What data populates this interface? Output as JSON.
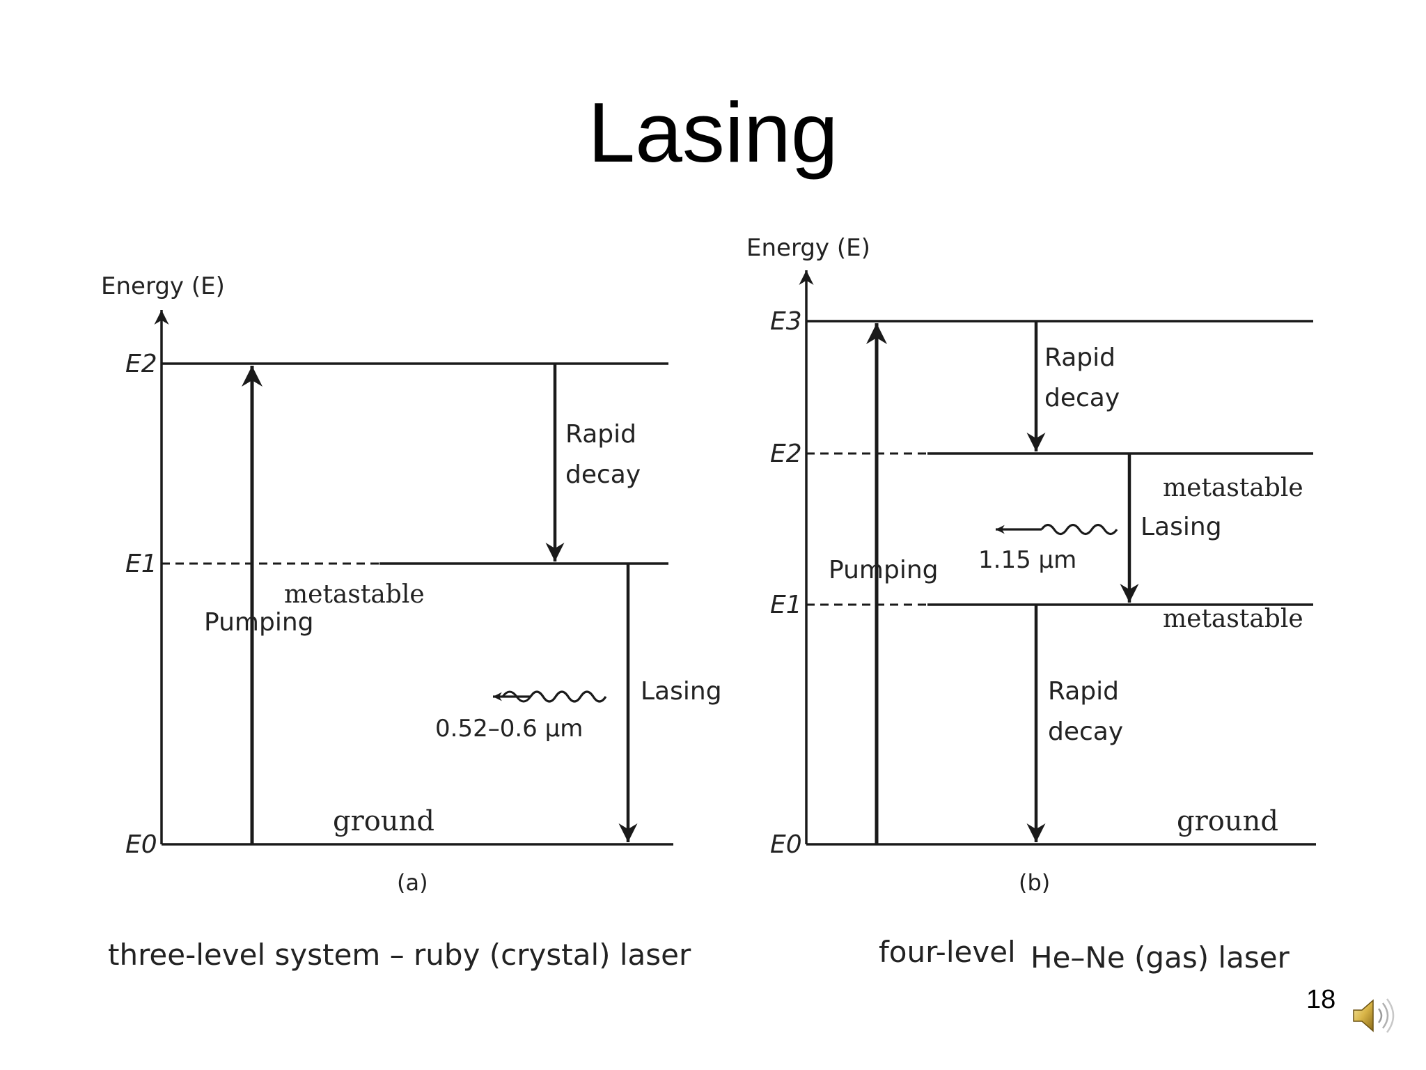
{
  "slide": {
    "title": "Lasing",
    "page_number": "18",
    "audio_icon": "speaker-icon"
  },
  "diagram_a": {
    "axis_label": "Energy (E)",
    "levels": {
      "E2": "E2",
      "E1": "E1",
      "E0": "E0"
    },
    "pumping_label": "Pumping",
    "rapid_decay_label_1": "Rapid",
    "rapid_decay_label_2": "decay",
    "metastable_label": "metastable",
    "lasing_label": "Lasing",
    "wavelength_label": "0.52–0.6 µm",
    "ground_label": "ground",
    "panel_label": "(a)",
    "caption": "three-level system – ruby (crystal) laser"
  },
  "diagram_b": {
    "axis_label": "Energy (E)",
    "levels": {
      "E3": "E3",
      "E2": "E2",
      "E1": "E1",
      "E0": "E0"
    },
    "pumping_label": "Pumping",
    "rapid_decay_top_1": "Rapid",
    "rapid_decay_top_2": "decay",
    "metastable_upper_label": "metastable",
    "lasing_label": "Lasing",
    "wavelength_label": "1.15 µm",
    "metastable_lower_label": "metastable",
    "rapid_decay_bottom_1": "Rapid",
    "rapid_decay_bottom_2": "decay",
    "ground_label": "ground",
    "panel_label": "(b)",
    "caption_part1": "four-level",
    "caption_part2": "He–Ne (gas) laser"
  }
}
